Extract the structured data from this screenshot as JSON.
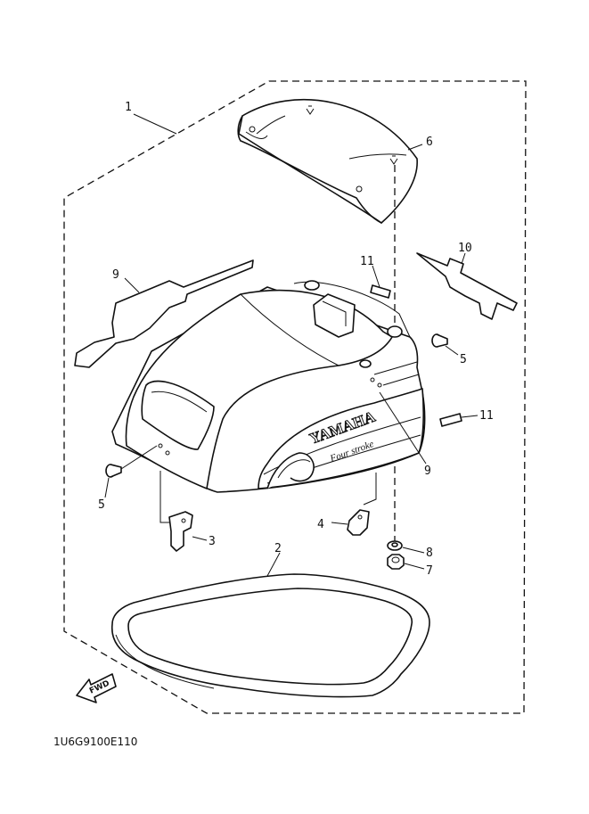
{
  "diagram": {
    "callouts": [
      "1",
      "6",
      "10",
      "11",
      "9",
      "5",
      "11",
      "9",
      "5",
      "3",
      "4",
      "2",
      "8",
      "7"
    ],
    "brand_text": "YAMAHA",
    "model_text": "Four stroke",
    "direction_label": "FWD",
    "diagram_code": "1U6G9100E110"
  }
}
